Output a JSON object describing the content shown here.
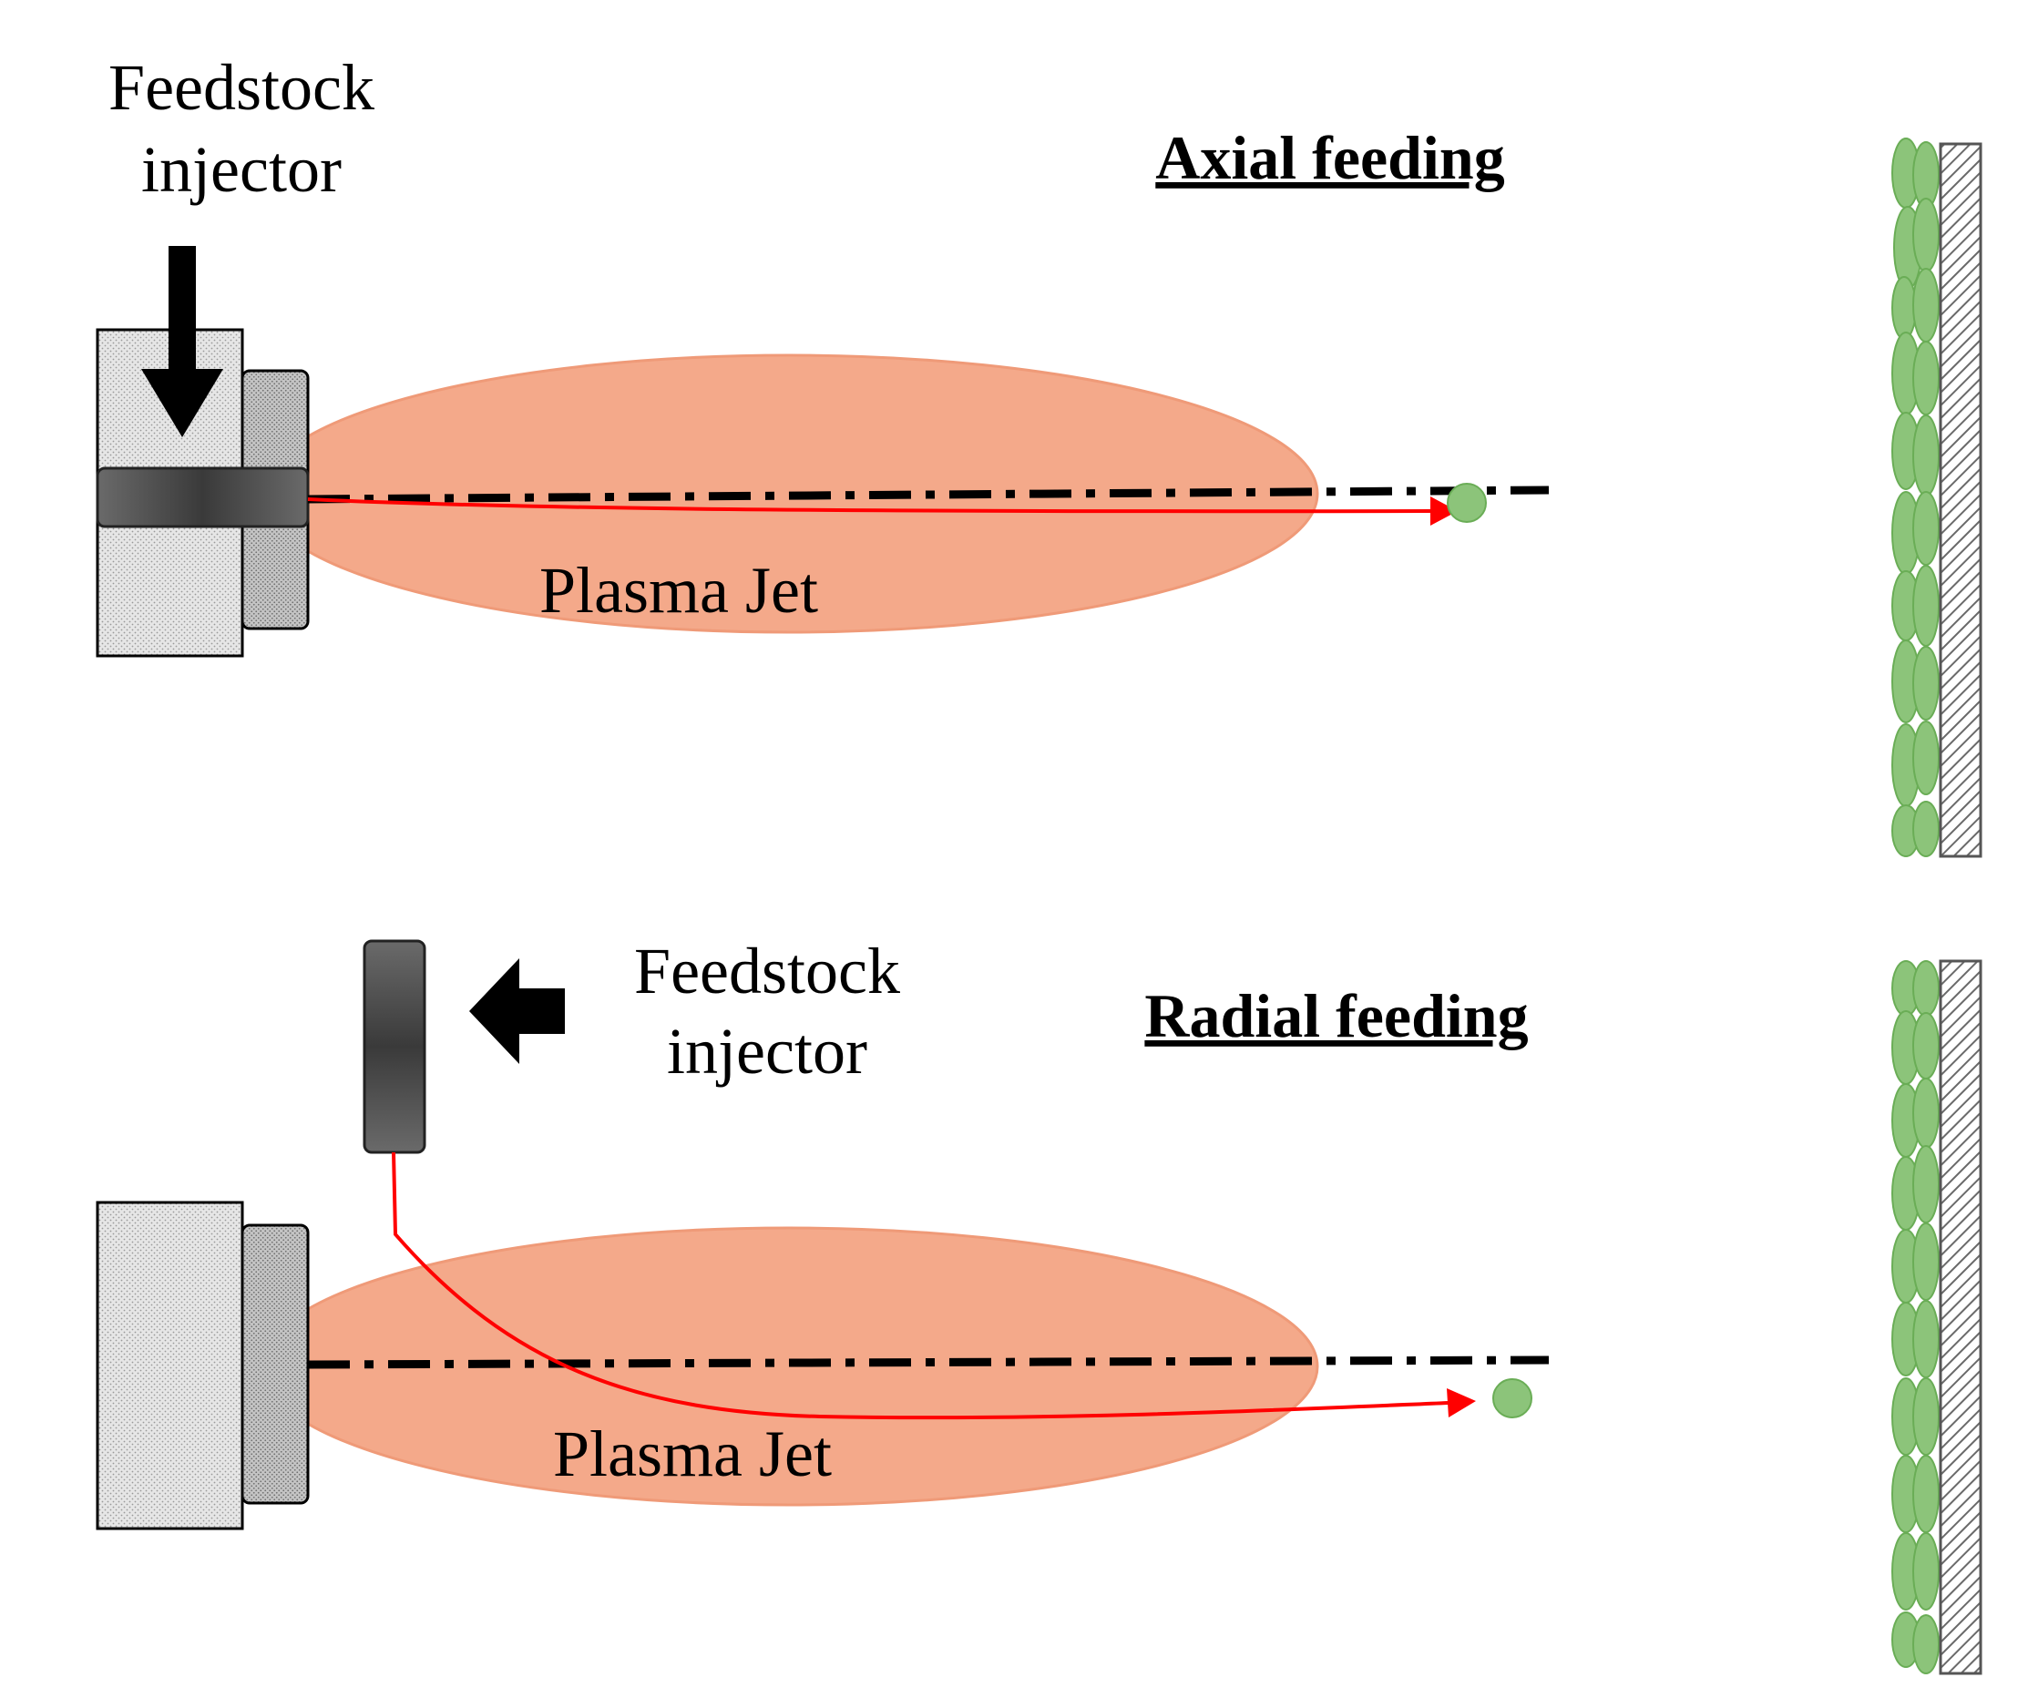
{
  "axial": {
    "title": "Axial feeding",
    "injector_label": [
      "Feedstock",
      "injector"
    ],
    "jet_label": "Plasma Jet"
  },
  "radial": {
    "title": "Radial feeding",
    "injector_label": [
      "Feedstock",
      "injector"
    ],
    "jet_label": "Plasma Jet"
  },
  "colors": {
    "plasma_jet": "#f4a98a",
    "plasma_jet_edge": "#ef9a78",
    "trajectory": "#ff0000",
    "particle": "#8cc47a",
    "particle_edge": "#6aad56",
    "torch_body": "#e4e4e4",
    "torch_nozzle": "#bfbfbf",
    "injector_tube": "#555555",
    "axis_line": "#000000",
    "substrate": "#d0d0d0"
  }
}
